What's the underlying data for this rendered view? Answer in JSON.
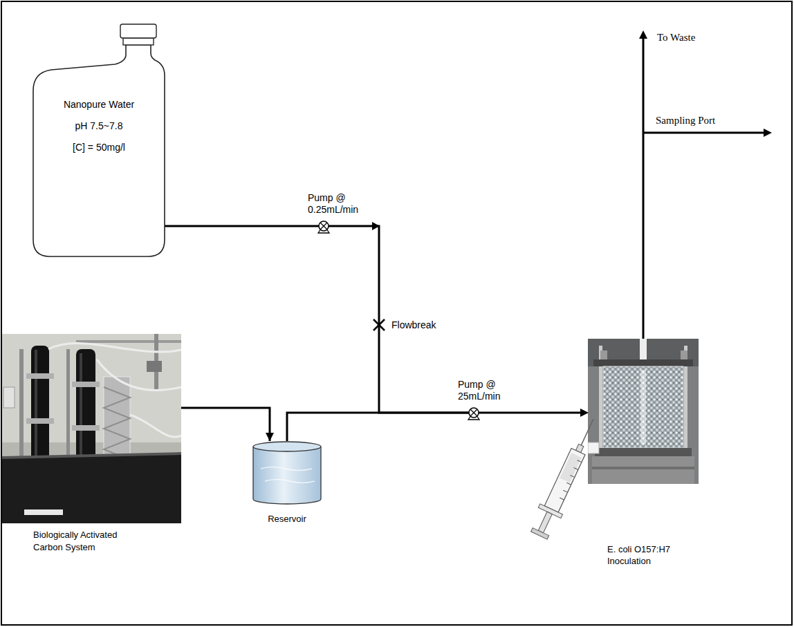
{
  "diagram": {
    "nodes": [
      {
        "text": [
          "Nanopure Water",
          "pH 7.5~7.8",
          "[C] = 50mg/l"
        ]
      },
      {
        "text": [
          "Pump @ 0.25mL/min"
        ]
      },
      {
        "text": [
          "Biologically Activated Carbon System"
        ]
      },
      {
        "text": [
          "Reservoir"
        ]
      },
      {
        "text": [
          "Pump @ 25mL/min"
        ]
      }
    ],
    "edges": [
      {
        "from": 0,
        "to": 1,
        "arrow": "none"
      },
      {
        "from": 1,
        "to": 4,
        "arrow": "none"
      },
      {
        "from": 2,
        "to": 3,
        "arrow": "to"
      },
      {
        "from": 3,
        "to": 4,
        "arrow": "none"
      }
    ],
    "labels": [
      "Flowbreak",
      "To Waste",
      "Sampling Port",
      "E. coli O157:H7 Inoculation"
    ]
  }
}
